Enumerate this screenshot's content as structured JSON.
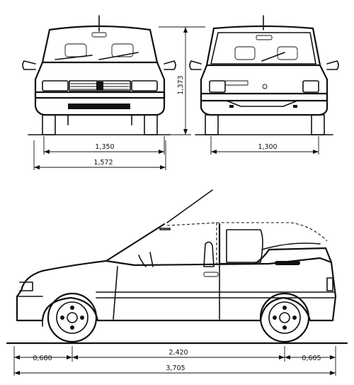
{
  "dimensions": {
    "front_track": "1,350",
    "rear_track": "1,300",
    "overall_width": "1,572",
    "height": "1,373",
    "front_overhang": "0,680",
    "wheelbase": "2,420",
    "rear_overhang": "0,605",
    "overall_length": "3,705"
  }
}
